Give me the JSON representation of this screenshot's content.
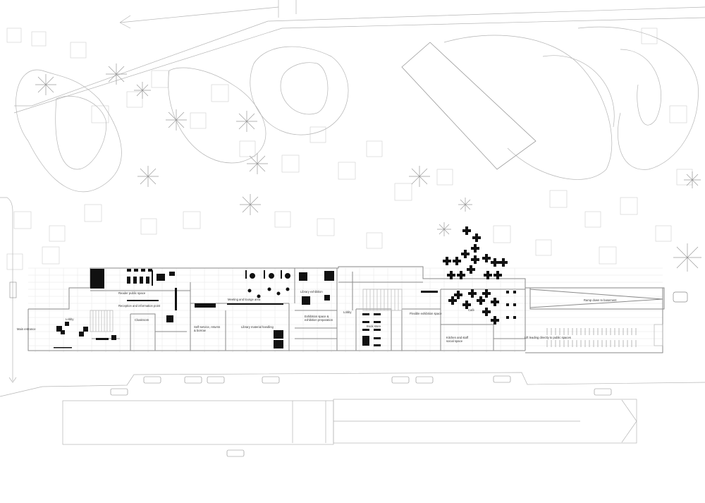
{
  "drawing": {
    "type": "architectural site and ground floor plan",
    "orientation": "landscape",
    "colors": {
      "background": "#ffffff",
      "lines": "#8a8a8a",
      "furniture": "#111111",
      "context_lines": "#cfcfcf"
    }
  },
  "rooms": [
    {
      "id": "main-entrance",
      "label": "Main entrance"
    },
    {
      "id": "lobby-west",
      "label": "Lobby"
    },
    {
      "id": "reception-info",
      "label": "Reception and information point"
    },
    {
      "id": "reader-public",
      "label": "Reader public space"
    },
    {
      "id": "cloakroom",
      "label": "Cloakroom"
    },
    {
      "id": "meeting-lounge",
      "label": "Meeting and lounge area"
    },
    {
      "id": "self-service",
      "label": "Self-service, returns & borrow"
    },
    {
      "id": "library-handling",
      "label": "Library material handling"
    },
    {
      "id": "library-exhibition",
      "label": "Library exhibition"
    },
    {
      "id": "exhibition-space",
      "label": "Exhibition space & exhibition preparation"
    },
    {
      "id": "lobby-east",
      "label": "Lobby"
    },
    {
      "id": "book-store",
      "label": "Book store"
    },
    {
      "id": "flexible-space",
      "label": "Flexible exhibition space"
    },
    {
      "id": "cafe",
      "label": "Café"
    },
    {
      "id": "kitchen-staff",
      "label": "Kitchen and staff social space"
    },
    {
      "id": "ramp-basement",
      "label": "Ramp down to basement"
    },
    {
      "id": "lift-loading",
      "label": "Lift leading directly to public spaces"
    }
  ],
  "site": {
    "parking_cars": 12,
    "trees": 22
  }
}
